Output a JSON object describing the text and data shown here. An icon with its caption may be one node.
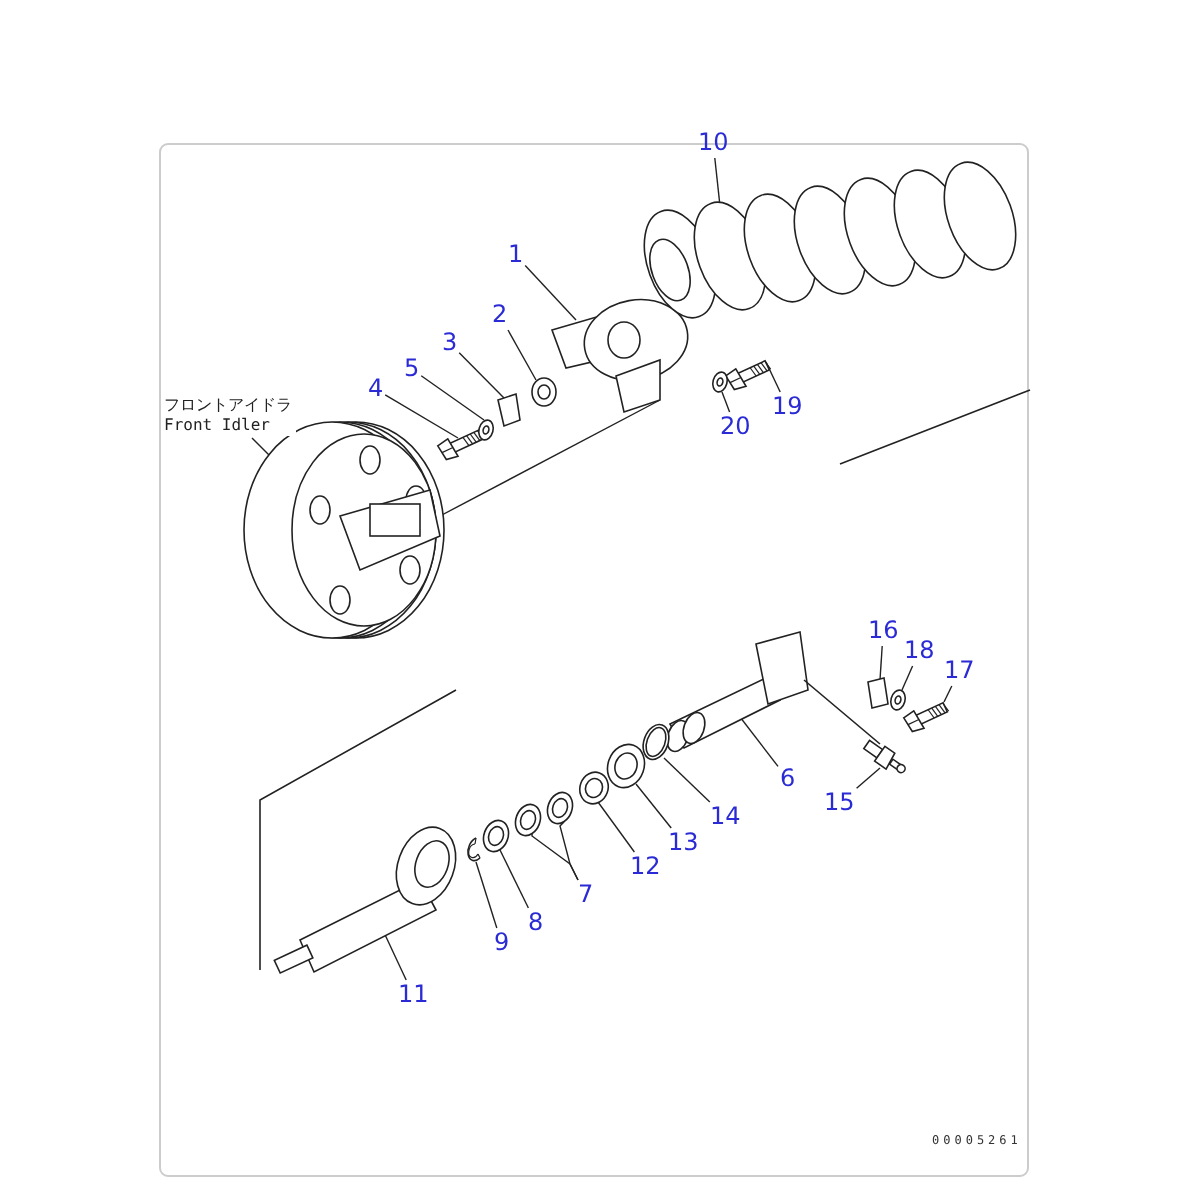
{
  "diagram": {
    "nodes": [
      {
        "text": [
          "フロントアイドラ Front Idler"
        ]
      },
      {
        "text": [],
        "shape": "picture"
      },
      {
        "text": [
          "1"
        ]
      },
      {
        "text": [],
        "shape": "picture"
      },
      {
        "text": [
          "2"
        ]
      },
      {
        "text": [],
        "shape": "picture"
      },
      {
        "text": [
          "3"
        ]
      },
      {
        "text": [],
        "shape": "picture"
      },
      {
        "text": [
          "4"
        ]
      },
      {
        "text": [],
        "shape": "picture"
      },
      {
        "text": [
          "5"
        ]
      },
      {
        "text": [],
        "shape": "picture"
      },
      {
        "text": [
          "6"
        ]
      },
      {
        "text": [],
        "shape": "picture"
      },
      {
        "text": [
          "7"
        ]
      },
      {
        "text": [],
        "shape": "picture"
      },
      {
        "text": [],
        "shape": "picture"
      },
      {
        "text": [
          "8"
        ]
      },
      {
        "text": [],
        "shape": "picture"
      },
      {
        "text": [
          "9"
        ]
      },
      {
        "text": [],
        "shape": "picture"
      },
      {
        "text": [
          "10"
        ]
      },
      {
        "text": [],
        "shape": "picture"
      },
      {
        "text": [
          "11"
        ]
      },
      {
        "text": [],
        "shape": "picture"
      },
      {
        "text": [
          "12"
        ]
      },
      {
        "text": [],
        "shape": "picture"
      },
      {
        "text": [
          "13"
        ]
      },
      {
        "text": [],
        "shape": "picture"
      },
      {
        "text": [
          "14"
        ]
      },
      {
        "text": [],
        "shape": "picture"
      },
      {
        "text": [
          "15"
        ]
      },
      {
        "text": [],
        "shape": "picture"
      },
      {
        "text": [
          "16"
        ]
      },
      {
        "text": [],
        "shape": "picture"
      },
      {
        "text": [
          "17"
        ]
      },
      {
        "text": [],
        "shape": "picture"
      },
      {
        "text": [
          "18"
        ]
      },
      {
        "text": [],
        "shape": "picture"
      },
      {
        "text": [
          "19"
        ]
      },
      {
        "text": [],
        "shape": "picture"
      },
      {
        "text": [
          "20"
        ]
      },
      {
        "text": [],
        "shape": "picture"
      }
    ],
    "edges": [
      {
        "from": 0,
        "to": 1,
        "arrow": "none"
      },
      {
        "from": 1,
        "to": 3,
        "arrow": "none"
      },
      {
        "from": 2,
        "to": 3,
        "arrow": "none"
      },
      {
        "from": 4,
        "to": 5,
        "arrow": "none"
      },
      {
        "from": 6,
        "to": 7,
        "arrow": "none"
      },
      {
        "from": 8,
        "to": 9,
        "arrow": "none"
      },
      {
        "from": 10,
        "to": 11,
        "arrow": "none"
      },
      {
        "from": 12,
        "to": 13,
        "arrow": "none"
      },
      {
        "from": 14,
        "to": 15,
        "arrow": "none"
      },
      {
        "from": 14,
        "to": 16,
        "arrow": "none"
      },
      {
        "from": 17,
        "to": 18,
        "arrow": "none"
      },
      {
        "from": 19,
        "to": 20,
        "arrow": "none"
      },
      {
        "from": 21,
        "to": 22,
        "arrow": "none"
      },
      {
        "from": 23,
        "to": 24,
        "arrow": "none"
      },
      {
        "from": 25,
        "to": 26,
        "arrow": "none"
      },
      {
        "from": 27,
        "to": 28,
        "arrow": "none"
      },
      {
        "from": 29,
        "to": 30,
        "arrow": "none"
      },
      {
        "from": 31,
        "to": 32,
        "arrow": "none"
      },
      {
        "from": 33,
        "to": 34,
        "arrow": "none"
      },
      {
        "from": 35,
        "to": 36,
        "arrow": "none"
      },
      {
        "from": 37,
        "to": 38,
        "arrow": "none"
      },
      {
        "from": 39,
        "to": 40,
        "arrow": "none"
      },
      {
        "from": 41,
        "to": 42,
        "arrow": "none"
      }
    ],
    "labels": [
      "00005261"
    ]
  }
}
